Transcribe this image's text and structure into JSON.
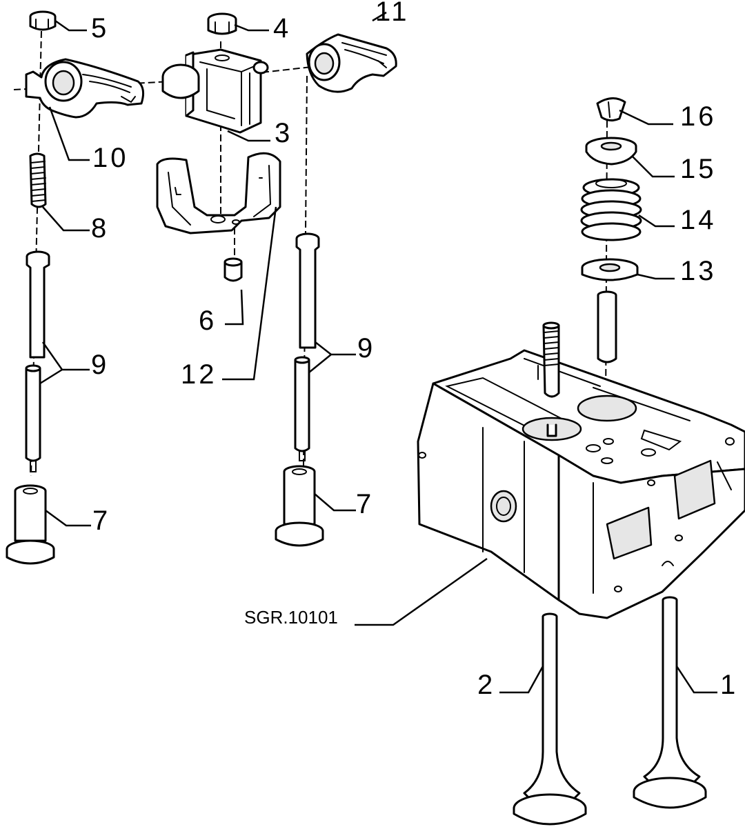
{
  "diagram": {
    "reference_code": "SGR.10101",
    "callouts": [
      {
        "id": "c1",
        "label": "1"
      },
      {
        "id": "c2",
        "label": "2"
      },
      {
        "id": "c3",
        "label": "3"
      },
      {
        "id": "c4",
        "label": "4"
      },
      {
        "id": "c5",
        "label": "5"
      },
      {
        "id": "c6",
        "label": "6"
      },
      {
        "id": "c7a",
        "label": "7"
      },
      {
        "id": "c7b",
        "label": "7"
      },
      {
        "id": "c8",
        "label": "8"
      },
      {
        "id": "c9a",
        "label": "9"
      },
      {
        "id": "c9b",
        "label": "9"
      },
      {
        "id": "c10",
        "label": "10"
      },
      {
        "id": "c11",
        "label": "11"
      },
      {
        "id": "c12",
        "label": "12"
      },
      {
        "id": "c13",
        "label": "13"
      },
      {
        "id": "c14",
        "label": "14"
      },
      {
        "id": "c15",
        "label": "15"
      },
      {
        "id": "c16",
        "label": "16"
      }
    ]
  }
}
